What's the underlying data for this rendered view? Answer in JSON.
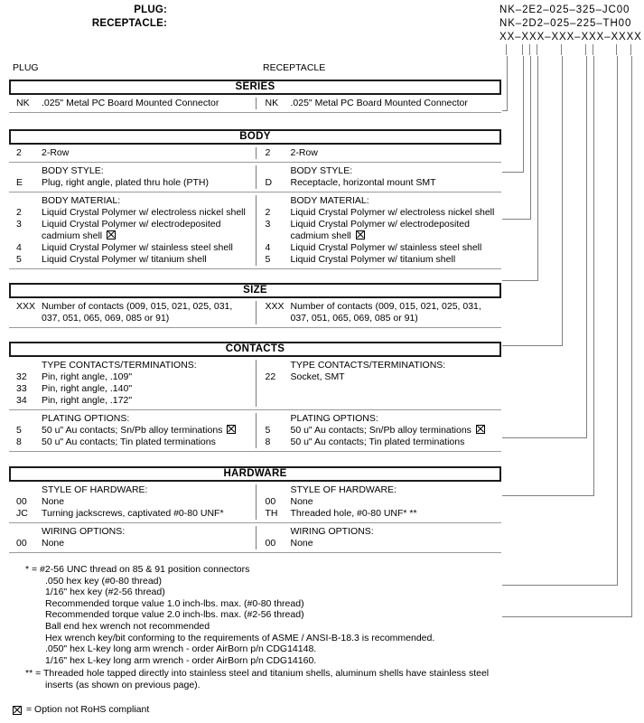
{
  "part_number_header": {
    "rows": [
      {
        "label": "PLUG:",
        "value": "NK–2E2–025–325–JC00"
      },
      {
        "label": "RECEPTACLE:",
        "value": "NK–2D2–025–225–TH00"
      },
      {
        "label": "",
        "value": "XX–XXX–XXX–XXX–XXXX"
      }
    ]
  },
  "column_captions": {
    "plug": "PLUG",
    "receptacle": "RECEPTACLE"
  },
  "sections": [
    {
      "id": "series",
      "header": "SERIES",
      "blocks": [
        {
          "left": {
            "title": "",
            "options": [
              {
                "code": "NK",
                "text": ".025\" Metal PC Board Mounted Connector"
              }
            ]
          },
          "right": {
            "title": "",
            "options": [
              {
                "code": "NK",
                "text": ".025\" Metal PC Board Mounted Connector"
              }
            ]
          }
        }
      ]
    },
    {
      "id": "body",
      "header": "BODY",
      "blocks": [
        {
          "left": {
            "title": "",
            "options": [
              {
                "code": "2",
                "text": "2-Row"
              }
            ]
          },
          "right": {
            "title": "",
            "options": [
              {
                "code": "2",
                "text": "2-Row"
              }
            ]
          }
        },
        {
          "left": {
            "title": "BODY STYLE:",
            "options": [
              {
                "code": "E",
                "text": "Plug, right angle, plated thru hole (PTH)"
              }
            ]
          },
          "right": {
            "title": "BODY STYLE:",
            "options": [
              {
                "code": "D",
                "text": "Receptacle, horizontal mount SMT"
              }
            ]
          }
        },
        {
          "left": {
            "title": "BODY MATERIAL:",
            "options": [
              {
                "code": "2",
                "text": "Liquid Crystal Polymer w/ electroless nickel shell"
              },
              {
                "code": "3",
                "text": "Liquid Crystal Polymer w/ electrodeposited",
                "cont": "cadmium shell",
                "rohs": true
              },
              {
                "code": "4",
                "text": "Liquid Crystal Polymer w/ stainless steel shell"
              },
              {
                "code": "5",
                "text": "Liquid Crystal Polymer w/ titanium shell"
              }
            ]
          },
          "right": {
            "title": "BODY MATERIAL:",
            "options": [
              {
                "code": "2",
                "text": "Liquid Crystal Polymer w/ electroless nickel shell"
              },
              {
                "code": "3",
                "text": "Liquid Crystal Polymer w/ electrodeposited",
                "cont": "cadmium shell",
                "rohs": true
              },
              {
                "code": "4",
                "text": "Liquid Crystal Polymer w/ stainless steel shell"
              },
              {
                "code": "5",
                "text": "Liquid Crystal Polymer w/ titanium shell"
              }
            ]
          }
        }
      ]
    },
    {
      "id": "size",
      "header": "SIZE",
      "blocks": [
        {
          "left": {
            "title": "",
            "options": [
              {
                "code": "XXX",
                "text": "Number of contacts (009, 015, 021, 025, 031,",
                "cont": "037, 051, 065, 069, 085 or 91)"
              }
            ]
          },
          "right": {
            "title": "",
            "options": [
              {
                "code": "XXX",
                "text": "Number of contacts (009, 015, 021, 025, 031,",
                "cont": "037, 051, 065, 069, 085 or 91)"
              }
            ]
          }
        }
      ]
    },
    {
      "id": "contacts",
      "header": "CONTACTS",
      "blocks": [
        {
          "left": {
            "title": "TYPE CONTACTS/TERMINATIONS:",
            "options": [
              {
                "code": "32",
                "text": "Pin, right angle, .109\""
              },
              {
                "code": "33",
                "text": "Pin, right angle, .140\""
              },
              {
                "code": "34",
                "text": "Pin, right angle, .172\""
              }
            ]
          },
          "right": {
            "title": "TYPE CONTACTS/TERMINATIONS:",
            "options": [
              {
                "code": "22",
                "text": "Socket, SMT"
              }
            ]
          }
        },
        {
          "left": {
            "title": "PLATING OPTIONS:",
            "options": [
              {
                "code": "5",
                "text": "50 u\" Au contacts; Sn/Pb alloy terminations",
                "rohs": true
              },
              {
                "code": "8",
                "text": "50 u\" Au contacts; Tin plated terminations"
              }
            ]
          },
          "right": {
            "title": "PLATING OPTIONS:",
            "options": [
              {
                "code": "5",
                "text": "50 u\" Au contacts; Sn/Pb alloy terminations",
                "rohs": true
              },
              {
                "code": "8",
                "text": "50 u\" Au contacts; Tin plated terminations"
              }
            ]
          }
        }
      ]
    },
    {
      "id": "hardware",
      "header": "HARDWARE",
      "blocks": [
        {
          "left": {
            "title": "STYLE OF HARDWARE:",
            "options": [
              {
                "code": "00",
                "text": "None"
              },
              {
                "code": "JC",
                "text": "Turning jackscrews, captivated #0-80 UNF*"
              }
            ]
          },
          "right": {
            "title": "STYLE OF HARDWARE:",
            "options": [
              {
                "code": "00",
                "text": "None"
              },
              {
                "code": "TH",
                "text": "Threaded hole, #0-80 UNF*  **"
              }
            ]
          }
        },
        {
          "left": {
            "title": "WIRING OPTIONS:",
            "options": [
              {
                "code": "00",
                "text": "None"
              }
            ]
          },
          "right": {
            "title": "WIRING OPTIONS:",
            "options": [
              {
                "code": "00",
                "text": "None"
              }
            ]
          }
        }
      ]
    }
  ],
  "footnotes": {
    "single_star": {
      "lead": "* = #2-56 UNC thread on 85 & 91 position connectors",
      "lines": [
        ".050 hex key (#0-80 thread)",
        "1/16\" hex key (#2-56 thread)",
        "Recommended torque value 1.0 inch-lbs. max. (#0-80 thread)",
        "Recommended torque value 2.0 inch-lbs. max. (#2-56 thread)",
        "Ball end hex wrench not recommended",
        "Hex wrench key/bit conforming to the requirements of ASME / ANSI-B-18.3 is recommended.",
        ".050\" hex L-key long arm wrench - order AirBorn p/n CDG14148.",
        "1/16\" hex L-key long arm wrench - order AirBorn p/n CDG14160."
      ]
    },
    "double_star": {
      "lead": "** = Threaded hole tapped directly into stainless steel and titanium shells, aluminum shells have stainless steel",
      "cont": "inserts (as shown on previous page)."
    }
  },
  "rohs_legend": "= Option not RoHS compliant"
}
